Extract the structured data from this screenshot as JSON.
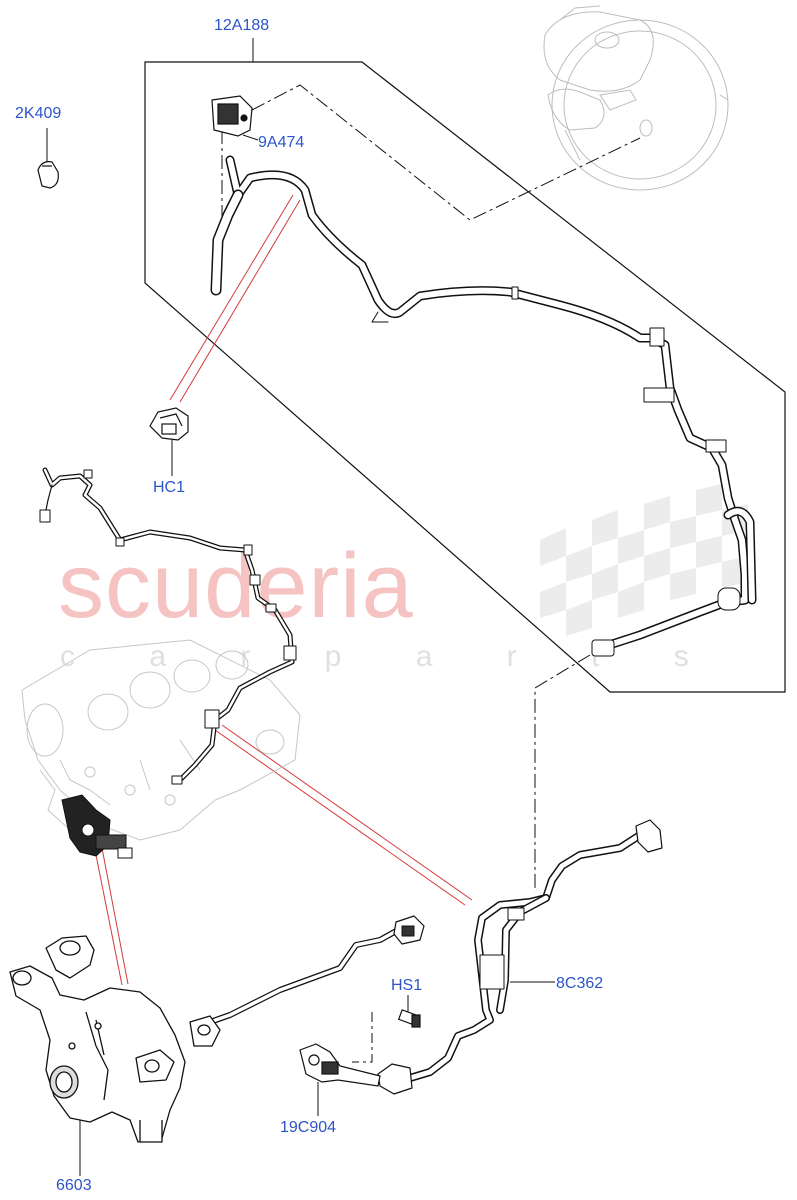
{
  "watermark": {
    "brand": "scuderia",
    "sub": "c a r p a r t s"
  },
  "callouts": [
    {
      "id": "12A188",
      "text": "12A188"
    },
    {
      "id": "2K409",
      "text": "2K409"
    },
    {
      "id": "9A474",
      "text": "9A474"
    },
    {
      "id": "HC1",
      "text": "HC1"
    },
    {
      "id": "8C362",
      "text": "8C362"
    },
    {
      "id": "HS1",
      "text": "HS1"
    },
    {
      "id": "19C904",
      "text": "19C904"
    },
    {
      "id": "6603",
      "text": "6603"
    }
  ],
  "colors": {
    "label": "#2c55c8",
    "line": "#111111",
    "leader_red": "#d23a3a",
    "ghost": "#bdbdbd",
    "watermark": "#f6c3c3"
  }
}
